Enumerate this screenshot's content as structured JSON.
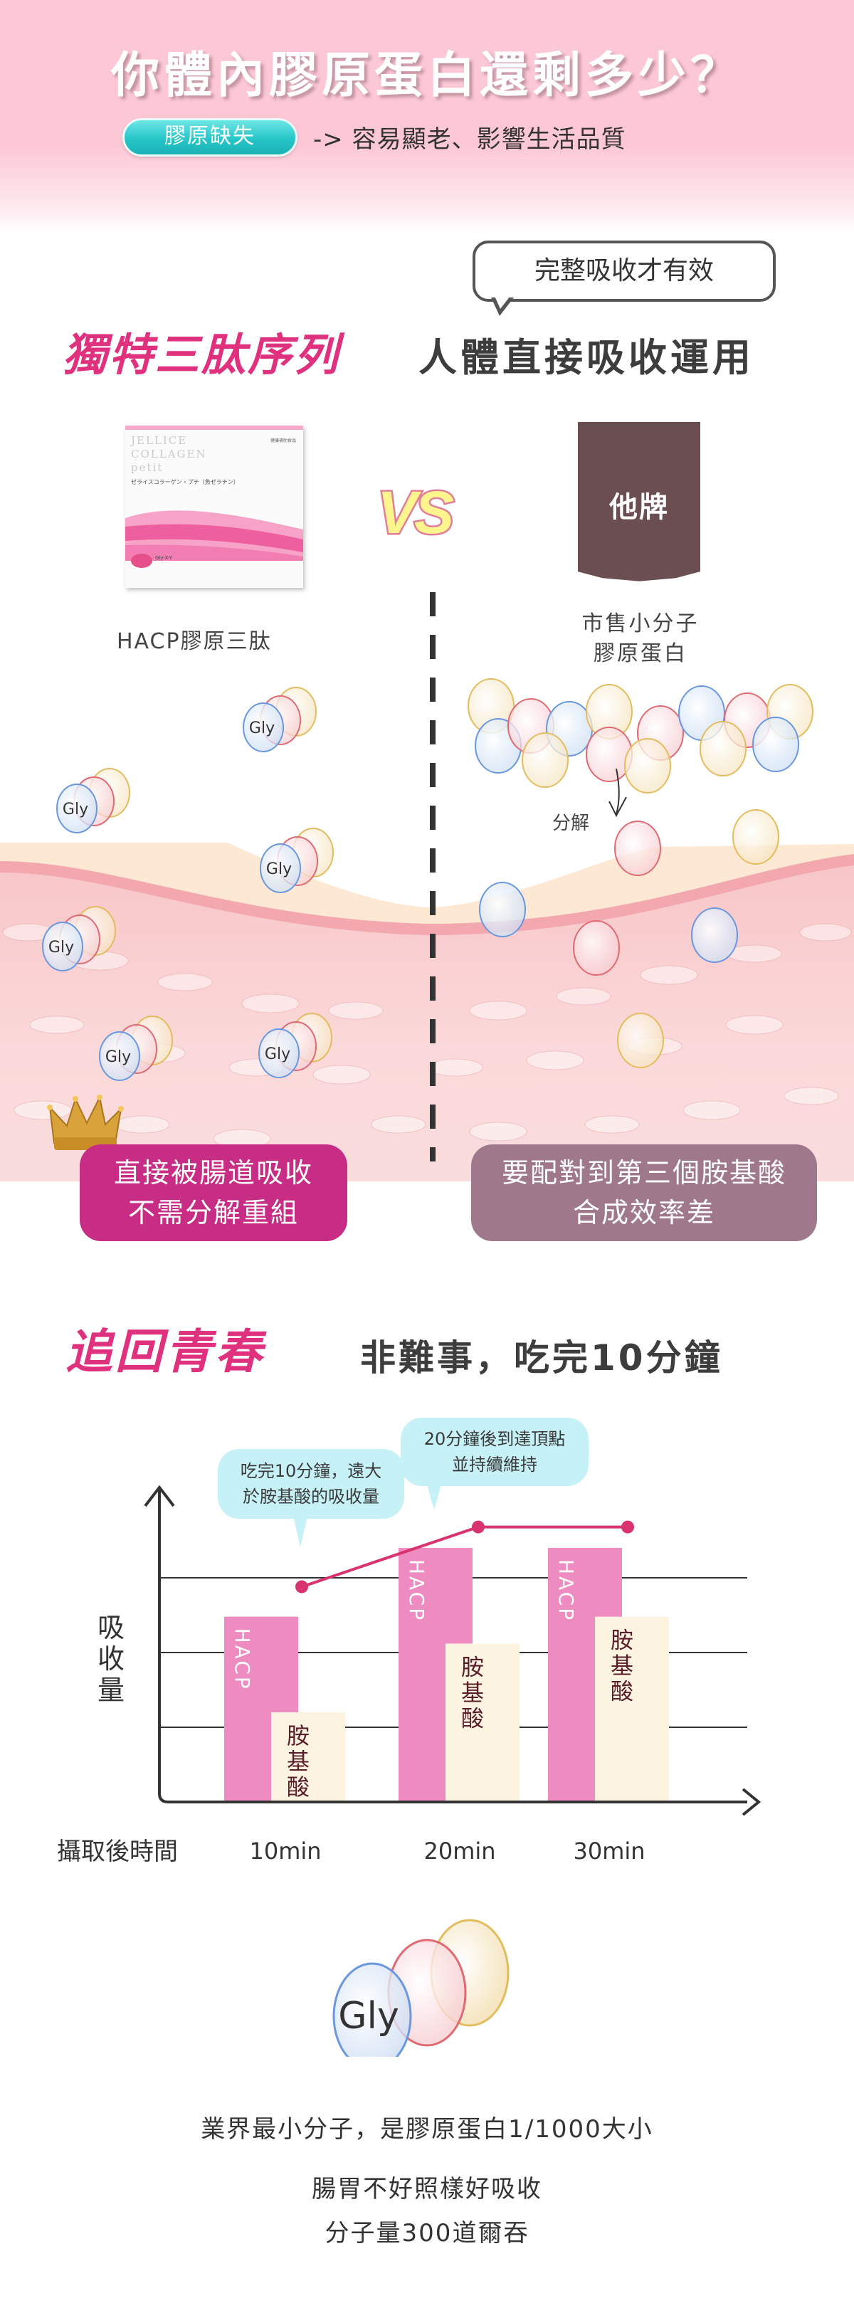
{
  "hero": {
    "title": "你體內膠原蛋白還剩多少？",
    "pill": "膠原缺失",
    "subtitle": "->  容易顯老、影響生活品質"
  },
  "section2": {
    "bubble": "完整吸收才有效",
    "title_pink": "獨特三肽序列",
    "title_dark": "人體直接吸收運用",
    "product_left": {
      "brand_lines": [
        "JELLICE",
        "COLLAGEN",
        "petit"
      ],
      "jp_name": "ゼライスコラーゲン・プチ（魚ゼラチン）",
      "corner_text": "健康補助食品",
      "formula": "Gly-X-Y",
      "label": "HACP膠原三肽"
    },
    "vs": "VS",
    "product_right": {
      "pouch_label": "他牌",
      "label_line1": "市售小分子",
      "label_line2": "膠原蛋白"
    },
    "molecule_label": "Gly",
    "decompose_label": "分解",
    "card_left": [
      "直接被腸道吸收",
      "不需分解重組"
    ],
    "card_right": [
      "要配對到第三個胺基酸",
      "合成效率差"
    ],
    "colors": {
      "card_left": "#c72d85",
      "card_right": "#9f788c",
      "accent_pink": "#e0317f"
    }
  },
  "section3": {
    "title_pink": "追回青春",
    "title_dark": "非難事，吃完10分鐘",
    "callout_1": [
      "吃完10分鐘，遠大",
      "於胺基酸的吸收量"
    ],
    "callout_2": [
      "20分鐘後到達頂點",
      "並持續維持"
    ]
  },
  "chart_data": {
    "type": "bar",
    "title": "",
    "xlabel": "攝取後時間",
    "ylabel": "吸收量",
    "categories": [
      "10min",
      "20min",
      "30min"
    ],
    "series": [
      {
        "name": "HACP",
        "color": "#ee8bc0",
        "values": [
          62,
          85,
          85
        ]
      },
      {
        "name": "胺基酸",
        "color": "#fdf3e1",
        "values": [
          30,
          53,
          62
        ]
      }
    ],
    "trend_line": {
      "name": "HACP trend",
      "color": "#d9336f",
      "values": [
        72,
        92,
        92
      ]
    },
    "ylim": [
      0,
      100
    ],
    "gridlines": [
      25,
      50,
      75
    ],
    "grid": true,
    "legend": "none (labels inside bars)"
  },
  "footer": {
    "line1": "業界最小分子，是膠原蛋白1/1000大小",
    "line2": "腸胃不好照樣好吸收",
    "line3": "分子量300道爾吞",
    "molecule_label": "Gly"
  }
}
